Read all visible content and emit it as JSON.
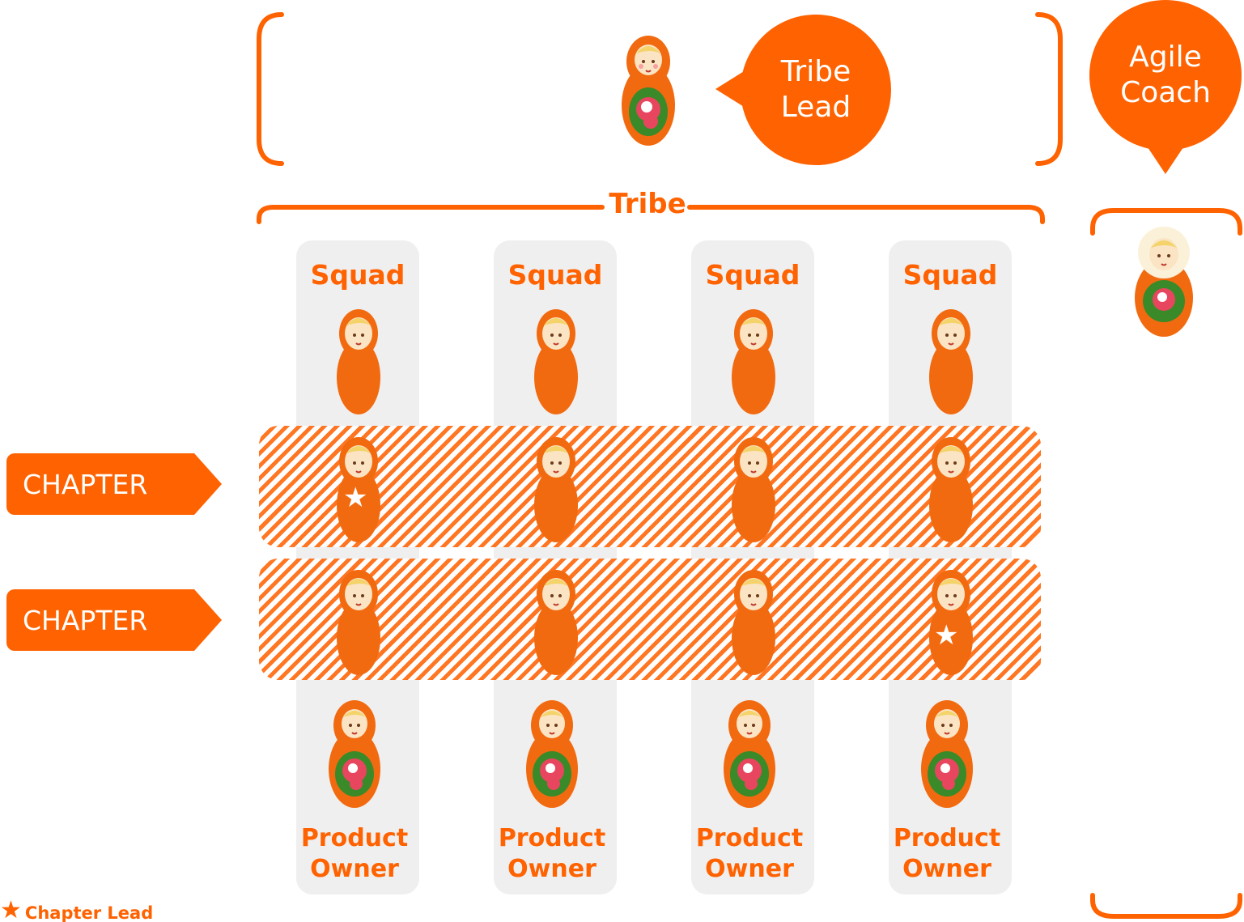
{
  "tribe_lead": {
    "label_line1": "Tribe",
    "label_line2": "Lead"
  },
  "agile_coach": {
    "label_line1": "Agile",
    "label_line2": "Coach"
  },
  "tribe": {
    "label": "Tribe"
  },
  "squads": [
    {
      "title": "Squad",
      "owner_line1": "Product",
      "owner_line2": "Owner"
    },
    {
      "title": "Squad",
      "owner_line1": "Product",
      "owner_line2": "Owner"
    },
    {
      "title": "Squad",
      "owner_line1": "Product",
      "owner_line2": "Owner"
    },
    {
      "title": "Squad",
      "owner_line1": "Product",
      "owner_line2": "Owner"
    }
  ],
  "chapters": [
    {
      "label": "CHAPTER",
      "lead_squad": 1
    },
    {
      "label": "CHAPTER",
      "lead_squad": 4
    }
  ],
  "legend": {
    "star_icon": "★",
    "label": "Chapter Lead"
  },
  "colors": {
    "accent": "#ff6200",
    "column_bg": "#efefef"
  }
}
